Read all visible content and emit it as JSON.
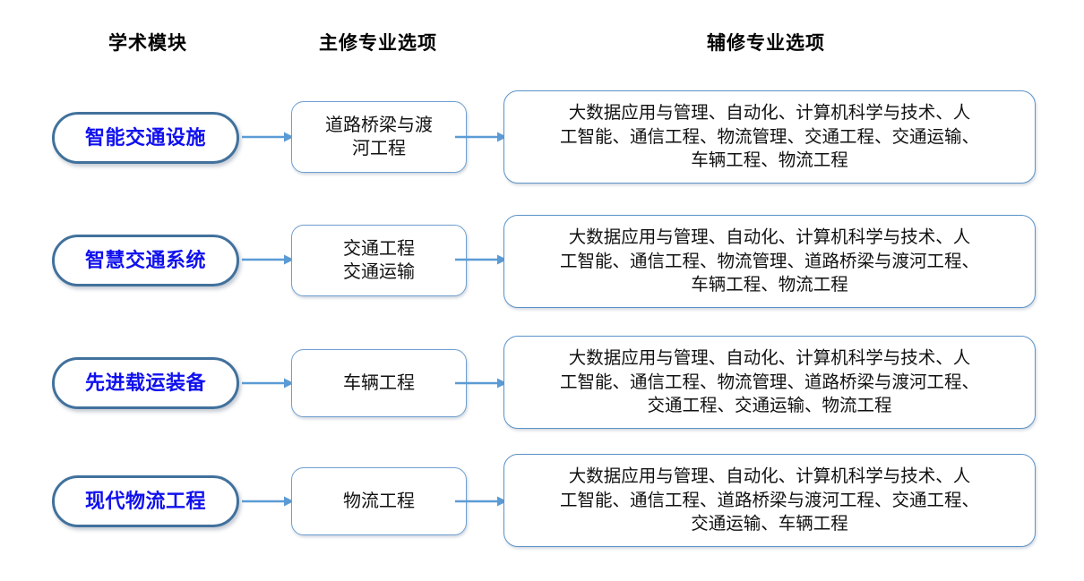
{
  "headers": {
    "module": "学术模块",
    "major": "主修专业选项",
    "minor": "辅修专业选项"
  },
  "colors": {
    "pill_border": "#41719c",
    "pill_text": "#1010ee",
    "box_border": "#5b93c9",
    "arrow": "#5b9bd5",
    "header_text": "#000000",
    "background": "#ffffff"
  },
  "rows": [
    {
      "module": "智能交通设施",
      "major_lines": [
        "道路桥梁与渡",
        "河工程"
      ],
      "major_text": "道路桥梁与渡河工程",
      "minor_lines": [
        "大数据应用与管理、自动化、计算机科学与技术、人",
        "工智能、通信工程、物流管理、交通工程、交通运输、",
        "车辆工程、物流工程"
      ],
      "minor_list": [
        "大数据应用与管理",
        "自动化",
        "计算机科学与技术",
        "人工智能",
        "通信工程",
        "物流管理",
        "交通工程",
        "交通运输",
        "车辆工程",
        "物流工程"
      ]
    },
    {
      "module": "智慧交通系统",
      "major_lines": [
        "交通工程",
        "交通运输"
      ],
      "major_text": "交通工程 交通运输",
      "minor_lines": [
        "大数据应用与管理、自动化、计算机科学与技术、人",
        "工智能、通信工程、物流管理、道路桥梁与渡河工程、",
        "车辆工程、物流工程"
      ],
      "minor_list": [
        "大数据应用与管理",
        "自动化",
        "计算机科学与技术",
        "人工智能",
        "通信工程",
        "物流管理",
        "道路桥梁与渡河工程",
        "车辆工程",
        "物流工程"
      ]
    },
    {
      "module": "先进载运装备",
      "major_lines": [
        "车辆工程"
      ],
      "major_text": "车辆工程",
      "minor_lines": [
        "大数据应用与管理、自动化、计算机科学与技术、人",
        "工智能、通信工程、物流管理、道路桥梁与渡河工程、",
        "交通工程、交通运输、物流工程"
      ],
      "minor_list": [
        "大数据应用与管理",
        "自动化",
        "计算机科学与技术",
        "人工智能",
        "通信工程",
        "物流管理",
        "道路桥梁与渡河工程",
        "交通工程",
        "交通运输",
        "物流工程"
      ]
    },
    {
      "module": "现代物流工程",
      "major_lines": [
        "物流工程"
      ],
      "major_text": "物流工程",
      "minor_lines": [
        "大数据应用与管理、自动化、计算机科学与技术、人",
        "工智能、通信工程、道路桥梁与渡河工程、交通工程、",
        "交通运输、车辆工程"
      ],
      "minor_list": [
        "大数据应用与管理",
        "自动化",
        "计算机科学与技术",
        "人工智能",
        "通信工程",
        "道路桥梁与渡河工程",
        "交通工程",
        "交通运输",
        "车辆工程"
      ]
    }
  ]
}
